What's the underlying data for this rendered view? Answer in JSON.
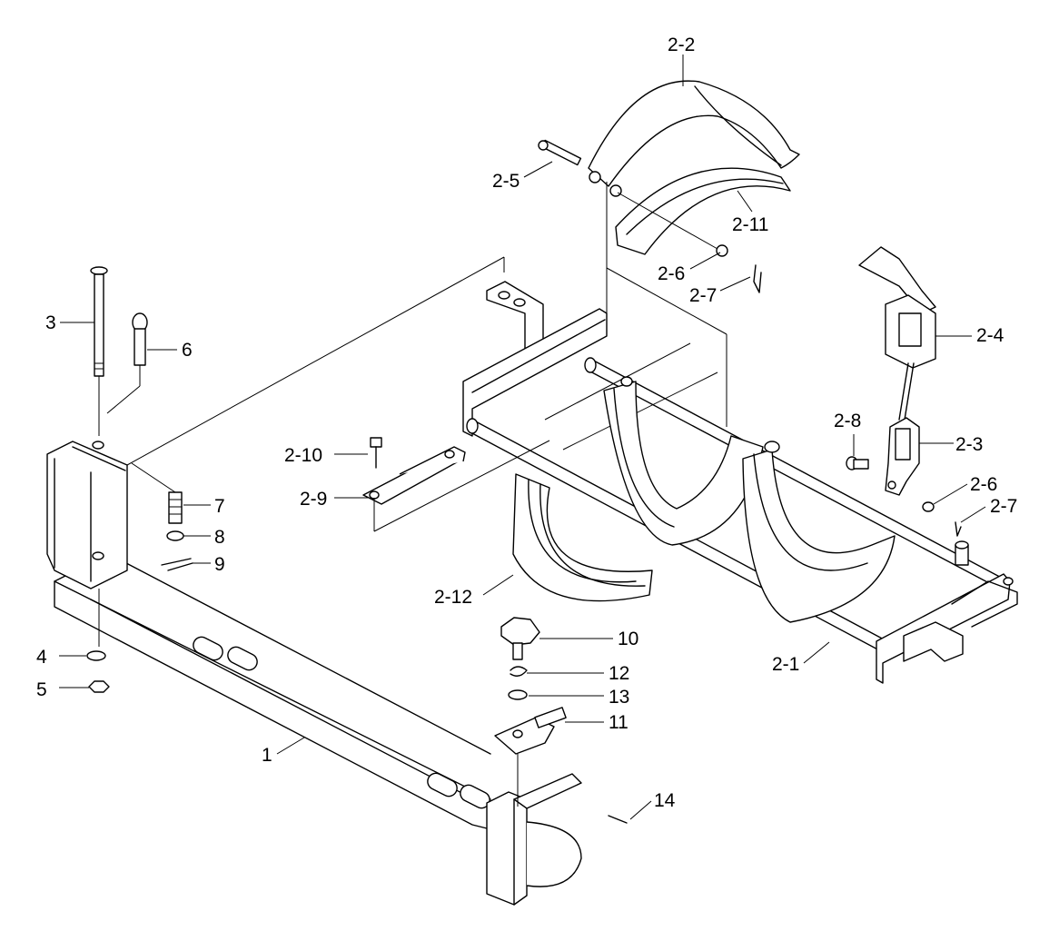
{
  "diagram": {
    "callouts": [
      {
        "id": "c-2-2",
        "text": "2-2"
      },
      {
        "id": "c-2-5",
        "text": "2-5"
      },
      {
        "id": "c-2-11",
        "text": "2-11"
      },
      {
        "id": "c-2-6a",
        "text": "2-6"
      },
      {
        "id": "c-2-7a",
        "text": "2-7"
      },
      {
        "id": "c-3",
        "text": "3"
      },
      {
        "id": "c-6",
        "text": "6"
      },
      {
        "id": "c-2-4",
        "text": "2-4"
      },
      {
        "id": "c-2-8",
        "text": "2-8"
      },
      {
        "id": "c-2-3",
        "text": "2-3"
      },
      {
        "id": "c-2-10",
        "text": "2-10"
      },
      {
        "id": "c-2-9",
        "text": "2-9"
      },
      {
        "id": "c-2-6b",
        "text": "2-6"
      },
      {
        "id": "c-2-7b",
        "text": "2-7"
      },
      {
        "id": "c-7",
        "text": "7"
      },
      {
        "id": "c-8",
        "text": "8"
      },
      {
        "id": "c-9",
        "text": "9"
      },
      {
        "id": "c-2-12",
        "text": "2-12"
      },
      {
        "id": "c-10",
        "text": "10"
      },
      {
        "id": "c-4",
        "text": "4"
      },
      {
        "id": "c-2-1",
        "text": "2-1"
      },
      {
        "id": "c-12",
        "text": "12"
      },
      {
        "id": "c-5",
        "text": "5"
      },
      {
        "id": "c-13",
        "text": "13"
      },
      {
        "id": "c-11",
        "text": "11"
      },
      {
        "id": "c-1",
        "text": "1"
      },
      {
        "id": "c-14",
        "text": "14"
      }
    ]
  }
}
